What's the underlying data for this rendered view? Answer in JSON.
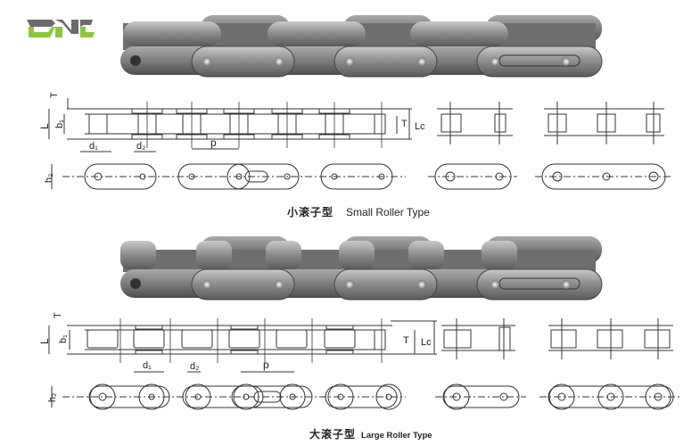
{
  "logo": {
    "text": "DNC",
    "icon": "dnc-logo",
    "colors": {
      "gray": "#6b6b6b",
      "green": "#8cc63f"
    }
  },
  "small_roller": {
    "caption_cn": "小滚子型",
    "caption_en": "Small Roller Type",
    "dimension_labels": {
      "T": "T",
      "L": "L",
      "b1": "b₁",
      "d1": "d₁",
      "d2": "d₂",
      "p": "p",
      "h2": "h₂",
      "T2": "T",
      "Lc": "Lc"
    }
  },
  "large_roller": {
    "caption_cn": "大滚子型",
    "caption_en": "Large Roller Type",
    "dimension_labels": {
      "T": "T",
      "L": "L",
      "b1": "b₁",
      "d1": "d₁",
      "d2": "d₂",
      "p": "p",
      "h2": "h₂",
      "T2": "T",
      "Lc": "Lc"
    }
  }
}
